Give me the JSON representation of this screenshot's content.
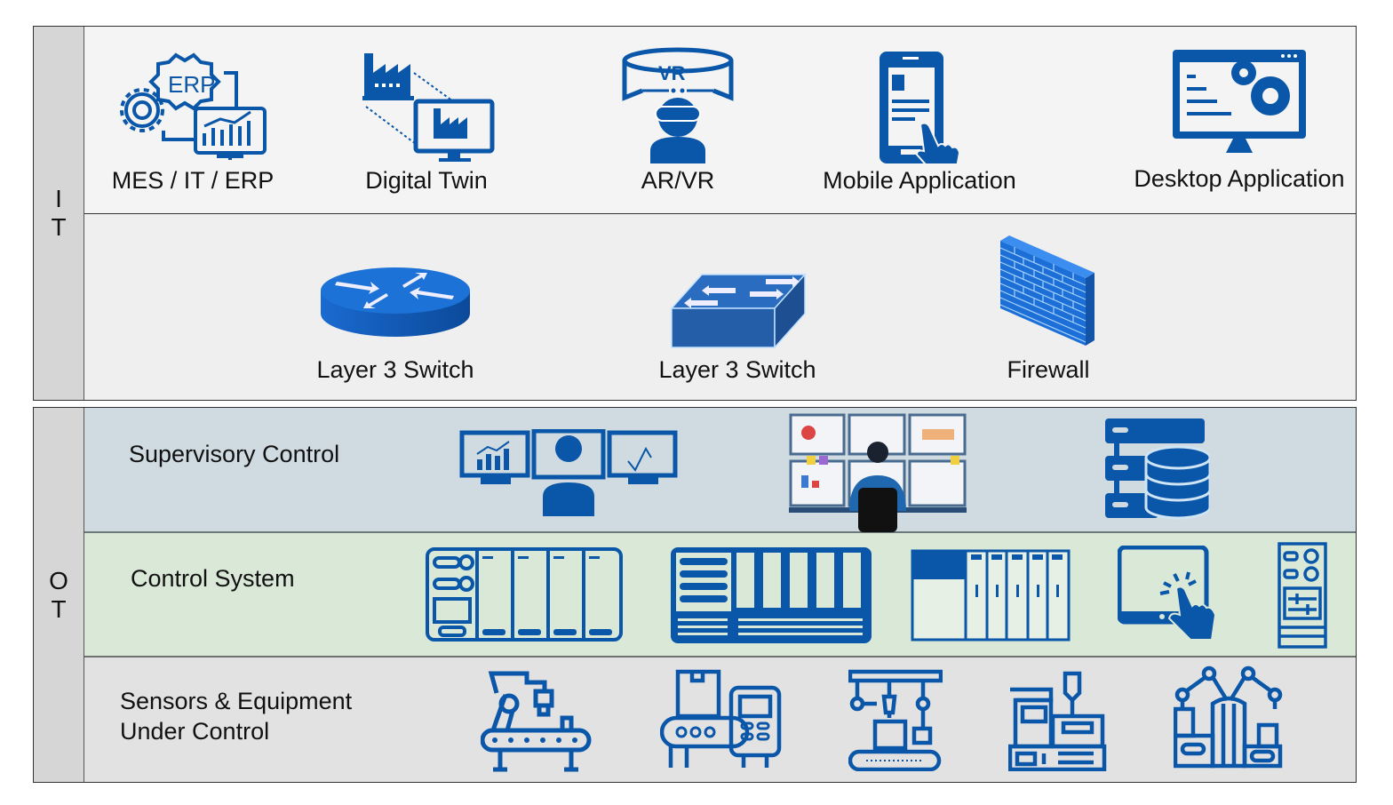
{
  "accent_color": "#0a56a8",
  "it": {
    "side_label": [
      "I",
      "T"
    ],
    "apps": [
      {
        "label": "MES / IT / ERP",
        "icon": "erp-gear-chart-icon",
        "icon_text": "ERP"
      },
      {
        "label": "Digital Twin",
        "icon": "factory-monitor-icon"
      },
      {
        "label": "AR/VR",
        "icon": "vr-headset-icon",
        "icon_text": "VR"
      },
      {
        "label": "Mobile Application",
        "icon": "phone-touch-icon"
      },
      {
        "label": "Desktop Application",
        "icon": "monitor-gears-icon"
      }
    ],
    "network": [
      {
        "label": "Layer 3 Switch",
        "icon": "router-disc-icon"
      },
      {
        "label": "Layer 3 Switch",
        "icon": "switch-box-icon"
      },
      {
        "label": "Firewall",
        "icon": "brick-wall-icon"
      }
    ]
  },
  "ot": {
    "side_label": [
      "O",
      "T"
    ],
    "supervisory": {
      "label": "Supervisory Control",
      "icons": [
        "operator-three-monitors-icon",
        "control-room-operator-icon",
        "server-database-icon"
      ]
    },
    "control": {
      "label": "Control System",
      "icons": [
        "plc-rack-icon",
        "dcs-cabinet-icon",
        "io-modules-icon",
        "hmi-tablet-touch-icon",
        "control-panel-icon"
      ]
    },
    "equipment": {
      "label_lines": [
        "Sensors & Equipment",
        "Under Control"
      ],
      "icons": [
        "robot-arm-conveyor-icon",
        "packaging-machine-icon",
        "gantry-conveyor-icon",
        "injection-molding-icon",
        "dual-robot-arms-icon"
      ]
    }
  }
}
